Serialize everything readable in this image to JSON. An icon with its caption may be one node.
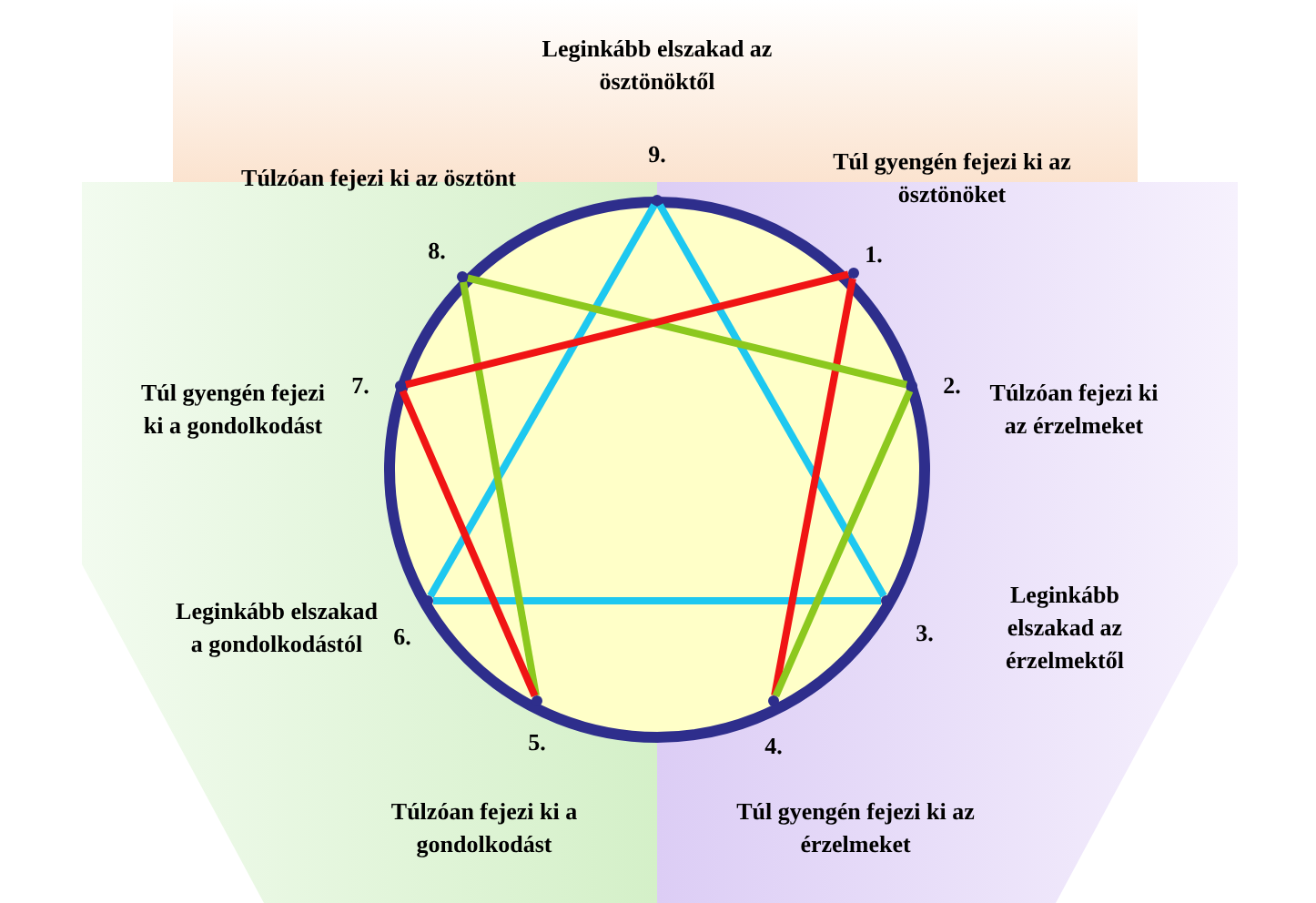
{
  "diagram": {
    "nodes": [
      {
        "text": [],
        "shape": "circle"
      },
      {
        "text": [],
        "shape": "point",
        "in": 0
      },
      {
        "text": [],
        "shape": "point",
        "in": 0
      },
      {
        "text": [],
        "shape": "point",
        "in": 0
      },
      {
        "text": [],
        "shape": "point",
        "in": 0
      },
      {
        "text": [],
        "shape": "point",
        "in": 0
      },
      {
        "text": [],
        "shape": "point",
        "in": 0
      },
      {
        "text": [],
        "shape": "point",
        "in": 0
      },
      {
        "text": [],
        "shape": "point",
        "in": 0
      },
      {
        "text": [],
        "shape": "point",
        "in": 0
      }
    ],
    "edges": [
      {
        "from": 9,
        "to": 3,
        "arrow": "none",
        "color": "#1ec8f0"
      },
      {
        "from": 3,
        "to": 6,
        "arrow": "none",
        "color": "#1ec8f0"
      },
      {
        "from": 6,
        "to": 9,
        "arrow": "none",
        "color": "#1ec8f0"
      },
      {
        "from": 1,
        "to": 4,
        "arrow": "none",
        "color": "#f01414"
      },
      {
        "from": 4,
        "to": 2,
        "arrow": "none",
        "color": "#8cc81e"
      },
      {
        "from": 2,
        "to": 8,
        "arrow": "none",
        "color": "#8cc81e"
      },
      {
        "from": 8,
        "to": 5,
        "arrow": "none",
        "color": "#8cc81e"
      },
      {
        "from": 5,
        "to": 7,
        "arrow": "none",
        "color": "#f01414"
      },
      {
        "from": 7,
        "to": 1,
        "arrow": "none",
        "color": "#f01414"
      }
    ],
    "labels": [
      "Leginkább elszakad az ösztönöktől",
      "9.",
      "Túlzóan fejezi ki az ösztönt",
      "Túl gyengén fejezi ki az ösztönöket",
      "8.",
      "1.",
      "Túl gyengén fejezi ki a gondolkodást",
      "7.",
      "2.",
      "Túlzóan fejezi ki az érzelmeket",
      "Leginkább elszakad a gondolkodástól",
      "6.",
      "3.",
      "Leginkább elszakad az érzelmektől",
      "5.",
      "4.",
      "Túlzóan fejezi ki a gondolkodást",
      "Túl gyengén fejezi ki az érzelmeket"
    ]
  }
}
